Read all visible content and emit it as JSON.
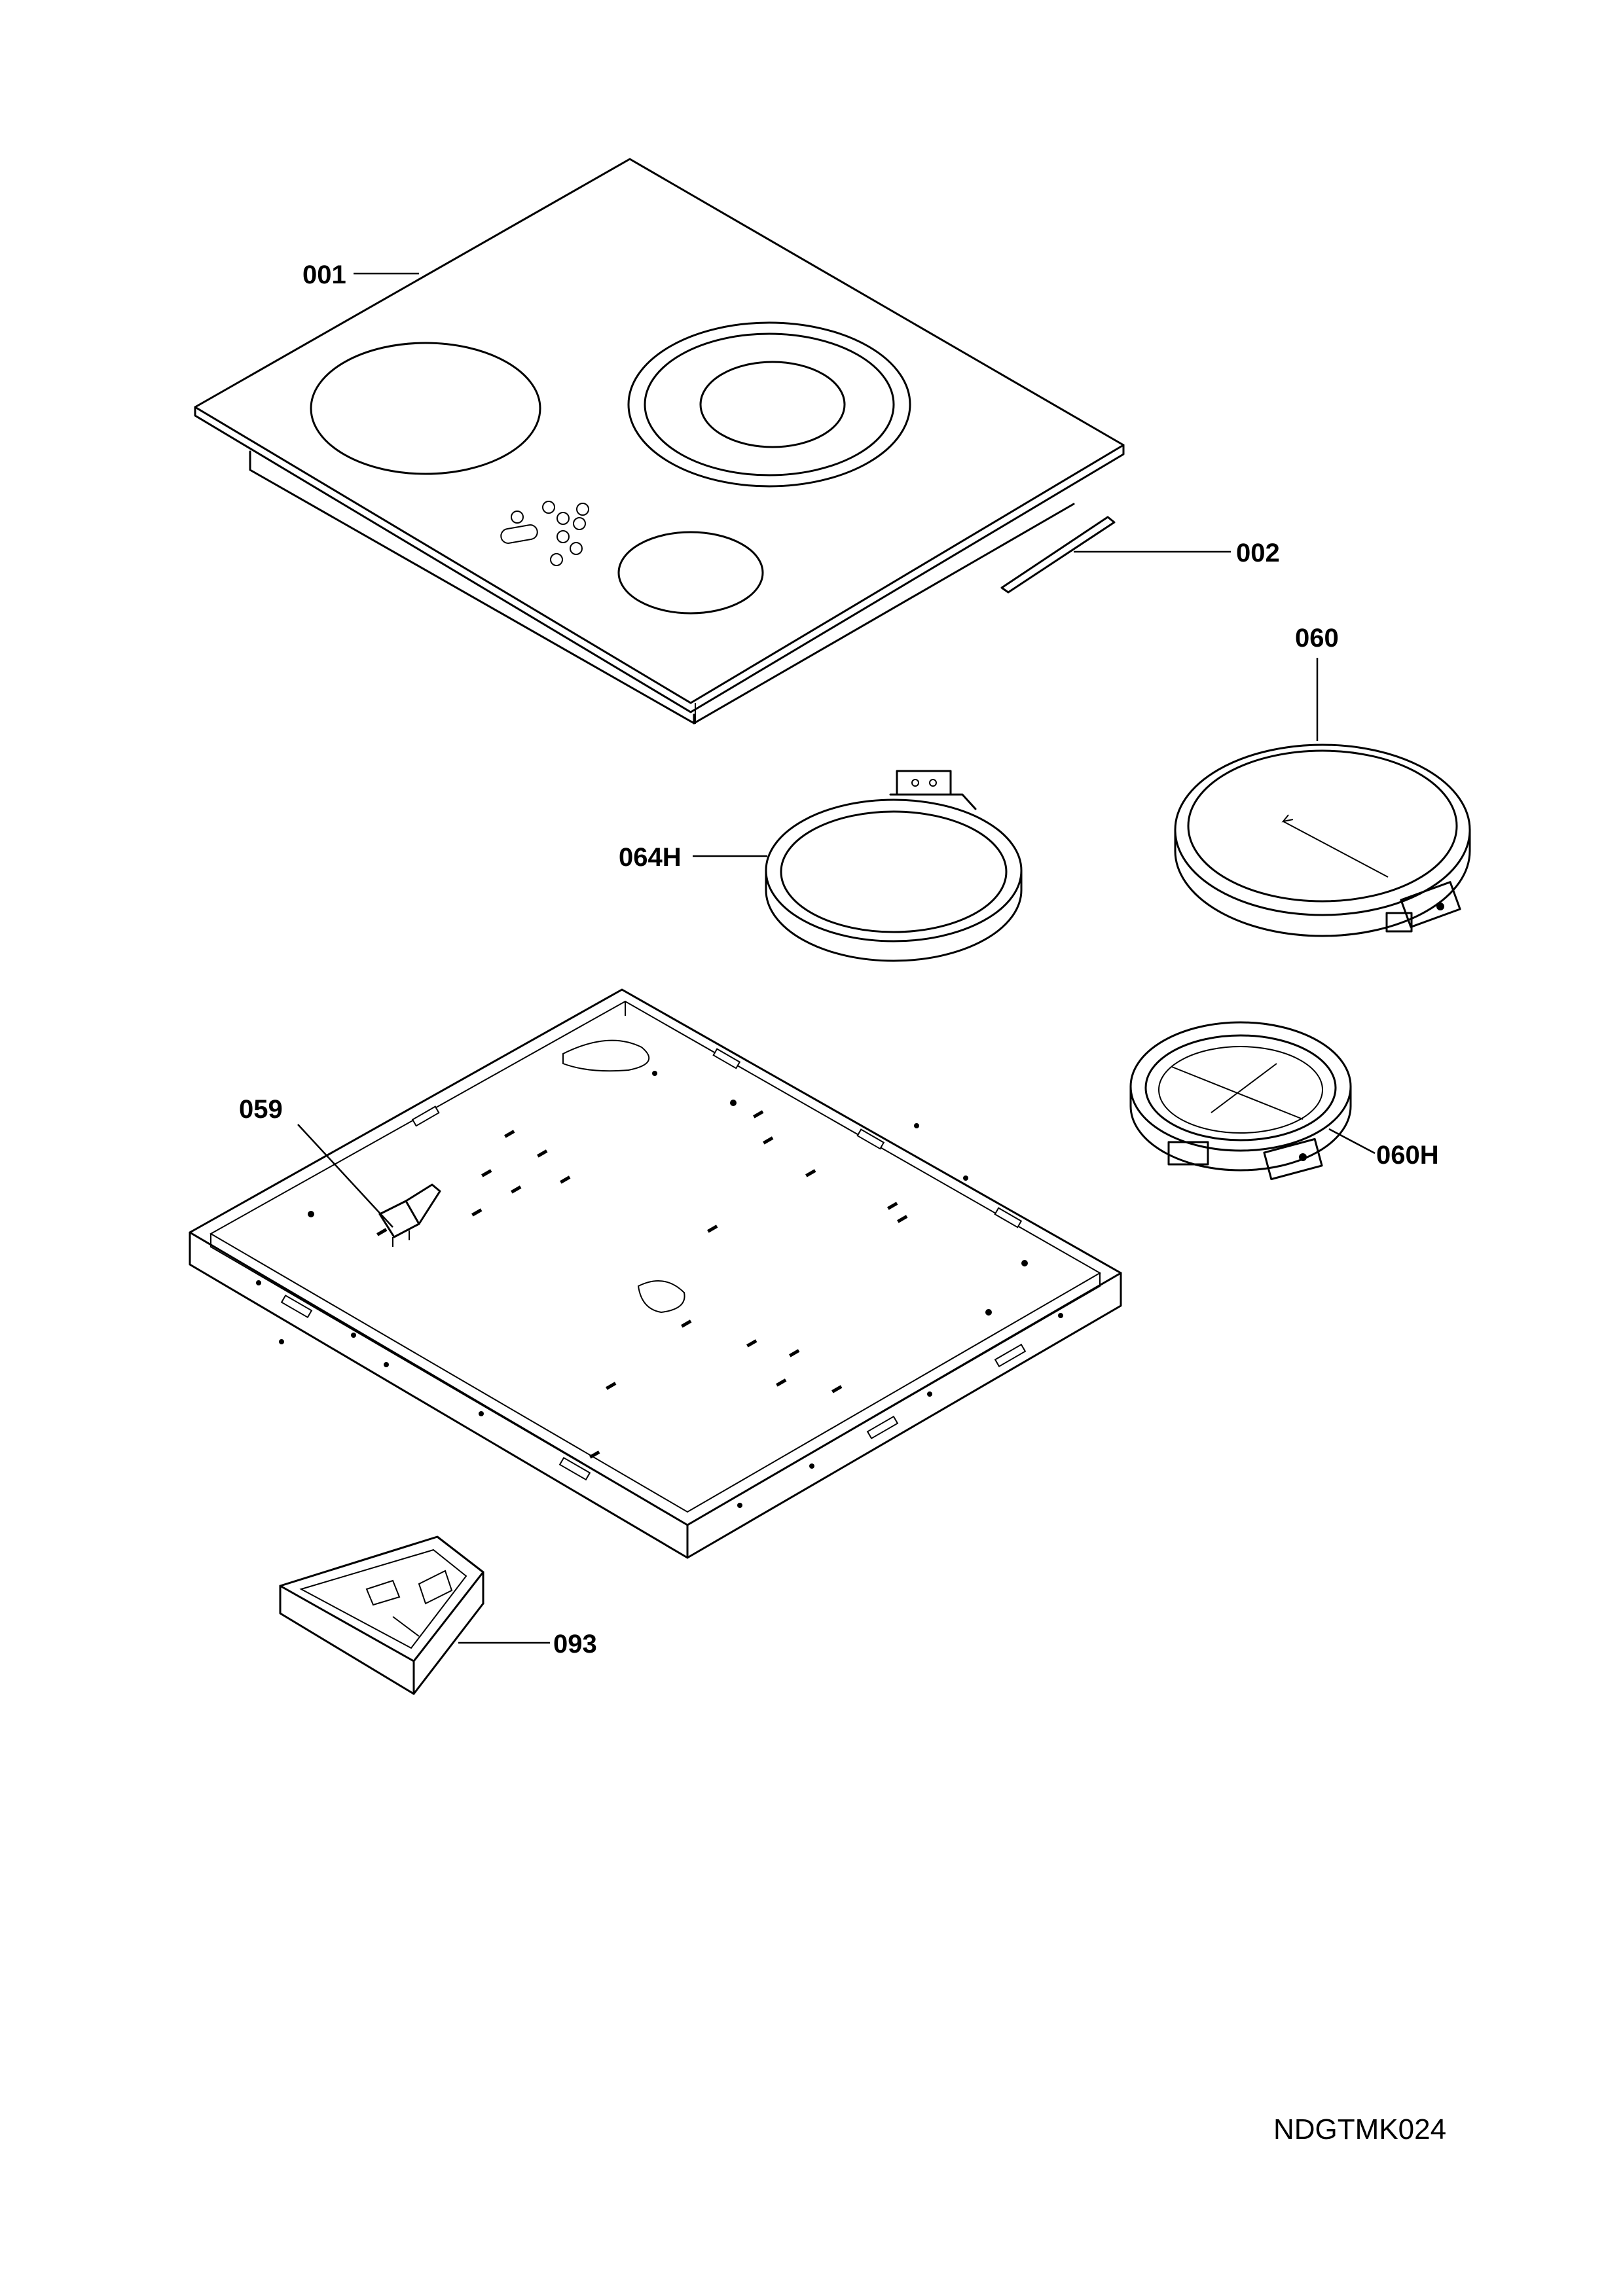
{
  "labels": {
    "p001": "001",
    "p002": "002",
    "p060": "060",
    "p064H": "064H",
    "p060H": "060H",
    "p059": "059",
    "p093": "093"
  },
  "drawing_code": "NDGTMK024"
}
